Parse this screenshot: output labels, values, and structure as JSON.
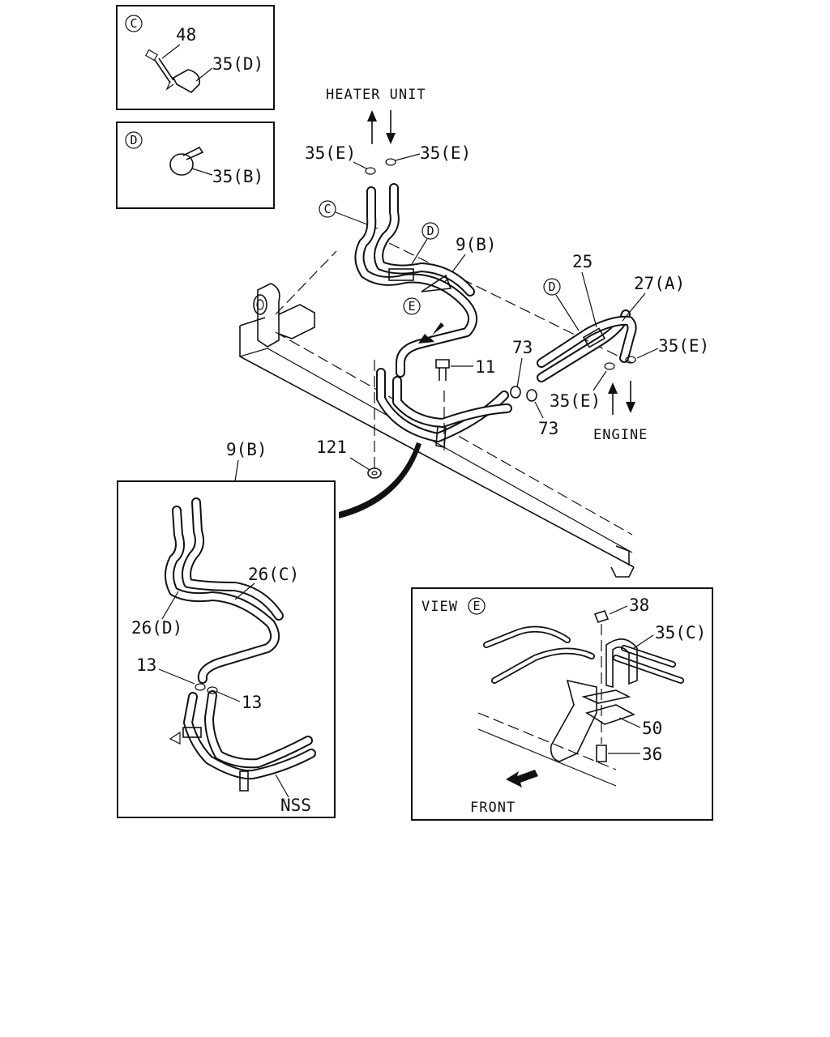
{
  "labels": {
    "detail_c_letter": "C",
    "detail_c_part_48": "48",
    "detail_c_part_35d": "35(D)",
    "detail_d_letter": "D",
    "detail_d_part_35b": "35(B)",
    "heater_unit": "HEATER UNIT",
    "clamp_35e_left": "35(E)",
    "clamp_35e_right": "35(E)",
    "callout_c": "C",
    "callout_d_upper": "D",
    "hose_9b": "9(B)",
    "view_e_arrow_letter": "E",
    "part_25": "25",
    "part_27a": "27(A)",
    "callout_d_right": "D",
    "clamp_35e_engine_right": "35(E)",
    "clamp_35e_engine_left": "35(E)",
    "engine": "ENGINE",
    "part_73_upper": "73",
    "part_73_lower": "73",
    "bolt_11": "11",
    "nut_121": "121",
    "inset_9b": "9(B)",
    "part_26c": "26(C)",
    "part_26d": "26(D)",
    "part_13_left": "13",
    "part_13_right": "13",
    "nss": "NSS",
    "view_label": "VIEW",
    "view_letter": "E",
    "part_38": "38",
    "part_35c": "35(C)",
    "part_50": "50",
    "part_36": "36",
    "front": "FRONT"
  },
  "icons": [
    "up-arrow-icon",
    "down-arrow-icon",
    "front-arrow-icon",
    "view-direction-arrow-icon"
  ]
}
